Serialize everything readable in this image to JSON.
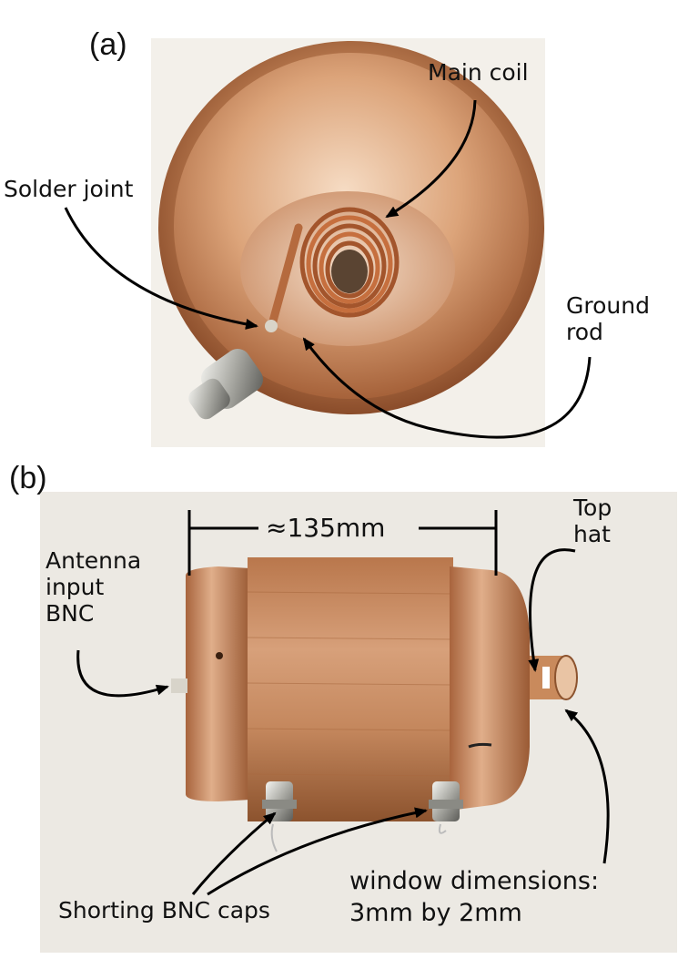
{
  "panel_a": {
    "tag": "(a)",
    "labels": {
      "main_coil": "Main coil",
      "solder_joint": "Solder joint",
      "ground_rod": "Ground\nrod"
    }
  },
  "panel_b": {
    "tag": "(b)",
    "labels": {
      "dimension": "≈135mm",
      "top_hat": "Top\nhat",
      "antenna_input": "Antenna\ninput\nBNC",
      "shorting_caps": "Shorting BNC caps",
      "window": "window dimensions:\n3mm by 2mm"
    }
  },
  "colors": {
    "copper": "#c07a4c",
    "copper_dark": "#7a4424",
    "background_a": "#f3f0ea",
    "background_b": "#ece9e3"
  }
}
